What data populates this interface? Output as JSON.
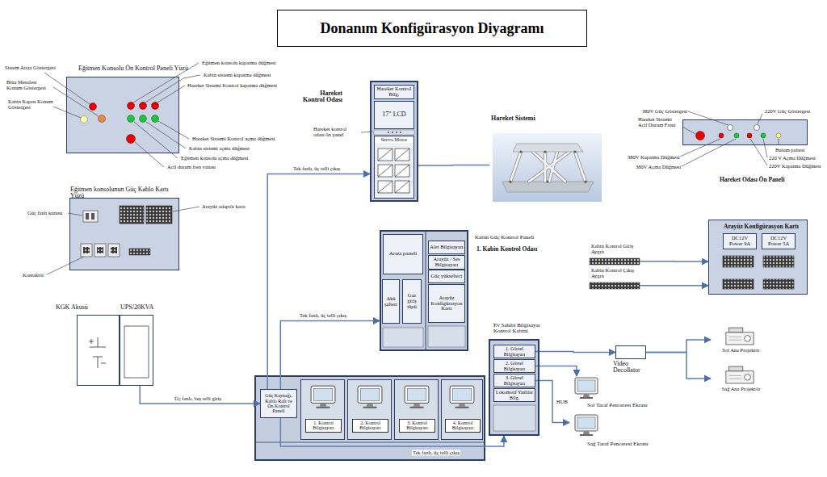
{
  "diagram": {
    "title": "Donanım Konfigürasyon Diyagramı",
    "nodes": [
      {
        "text": [
          "Eğitmen Konsolu Ön Kontrol Paneli Yüzü"
        ]
      },
      {
        "text": [
          "Hareket Kontrol Odası"
        ]
      },
      {
        "text": [
          "Hareket Kontrol Bilg."
        ],
        "in": 1
      },
      {
        "text": [
          "17\" LCD"
        ],
        "in": 1
      },
      {
        "text": [
          "Servo Motor"
        ],
        "in": 1
      },
      {
        "text": [
          "Hareket Sistemi"
        ]
      },
      {
        "text": [
          "Hareket Odası Ön Paneli"
        ]
      },
      {
        "text": [
          "Eğitmen konsolunun Güç Kablo Kartı Yüzü"
        ]
      },
      {
        "text": [
          "Kabin Güç Kontrol Paneli",
          "1. Kabin Kontrol Odası"
        ]
      },
      {
        "text": [
          "Arıza paneli"
        ],
        "in": 8
      },
      {
        "text": [
          "Akü şalteri"
        ],
        "in": 8
      },
      {
        "text": [
          "Gaz giriş tüpü"
        ],
        "in": 8
      },
      {
        "text": [
          "Alet Bilgisayarı"
        ],
        "in": 8
      },
      {
        "text": [
          "Arayüz / Ses Bilgisayarı"
        ],
        "in": 8
      },
      {
        "text": [
          "Güç yükselteci"
        ],
        "in": 8
      },
      {
        "text": [
          "Arayüz Konfigürasyon Kartı"
        ],
        "in": 8
      },
      {
        "text": [
          "Arayüz Konfigürasyon Kartı"
        ]
      },
      {
        "text": [
          "DC12V Power 9A"
        ],
        "in": 16
      },
      {
        "text": [
          "DC12V Power 5A"
        ],
        "in": 16
      },
      {
        "text": [
          "Kabin Kontrol Giriş Aygıtı"
        ]
      },
      {
        "text": [
          "Kabin Kontrol Çıkış Aygıtı"
        ]
      },
      {
        "text": [
          "KGK Akusü"
        ]
      },
      {
        "text": [
          "UPS/20KVA"
        ]
      },
      {
        "text": [
          "Ev Sahibi Bilgisayar Kontrol Kabini"
        ]
      },
      {
        "text": [
          "1. Görsel Bilgisayarı"
        ],
        "in": 23
      },
      {
        "text": [
          "2. Görsel Bilgisayarı"
        ],
        "in": 23
      },
      {
        "text": [
          "3. Görsel Bilgisayarı"
        ],
        "in": 23
      },
      {
        "text": [
          "Lokomotif Yanlılar Bilg."
        ],
        "in": 23
      },
      {
        "text": [
          "Video Decollator"
        ]
      },
      {
        "text": [
          "Sol Ana Projektör"
        ]
      },
      {
        "text": [
          "Sağ Ana Projektör"
        ]
      },
      {
        "text": [
          "Sol Taraf Penceresi Ekranı"
        ]
      },
      {
        "text": [
          "Sağ Taraf Penceresi Ekranı"
        ]
      },
      {
        "text": [
          "Güç Kaynağı, Kablo Rafı ve Ön Kontrol Paneli"
        ]
      },
      {
        "text": [
          "1. Kontrol Bilgisayarı"
        ]
      },
      {
        "text": [
          "2. Kontrol Bilgisayarı"
        ]
      },
      {
        "text": [
          "3. Kontrol Bilgisayarı"
        ]
      },
      {
        "text": [
          "4. Kontrol Bilgisayarı"
        ]
      }
    ],
    "edges": [
      {
        "from": 1,
        "to": 5,
        "arrow": "none"
      },
      {
        "from": 19,
        "to": 16,
        "arrow": "to"
      },
      {
        "from": 20,
        "to": 16,
        "arrow": "to"
      },
      {
        "from": 22,
        "to": 33,
        "label": "Üç fanlı, beş telli giriş",
        "arrow": "to"
      },
      {
        "from": 33,
        "to": 1,
        "label": "Tek fanlı, üç telli çıkış",
        "arrow": "to"
      },
      {
        "from": 33,
        "to": 8,
        "label": "Tek fanlı, üç telli çıkış",
        "arrow": "to"
      },
      {
        "from": 33,
        "to": 23,
        "label": "Tek fanlı, üç telli çıkış",
        "arrow": "to"
      },
      {
        "from": 24,
        "to": 28,
        "arrow": "to"
      },
      {
        "from": 28,
        "to": 29,
        "arrow": "to"
      },
      {
        "from": 28,
        "to": 30,
        "arrow": "to"
      },
      {
        "from": 25,
        "to": 31,
        "arrow": "to"
      },
      {
        "from": 26,
        "to": 32,
        "arrow": "to"
      }
    ],
    "labels": [
      "Sistem Arıza Göstergesi",
      "Bina Mesafesi Konum Göstergesi",
      "Kabin Kapısı Konum Göstergesi",
      "Eğitmen konsolu kapatma düğmesi",
      "Kabin sistemi kapatma düğmesi",
      "Hareket Sistemi Kontrol kapatma düğmesi",
      "Hareket Sistemi Kontrol açma düğmesi",
      "Kabin sistemi açma düğmesi",
      "Eğitmen konsolu açma düğmesi",
      "Acil durum fren vanası",
      "Güç fanlı kutusu",
      "Arayüz adaptör kartı",
      "Kontaktör",
      "Hareket kontrol odası ön panel",
      "380V Güç Göstergesi",
      "220V Güç Göstergesi",
      "Hareket Sistemi Acil Durum Freni",
      "380V Kapatma Düğmesi",
      "380V Açma Düğmesi",
      "Bulum paltesi",
      "220 V Açma Düğmesi",
      "220V Kapatma Düğmesi",
      "HUB"
    ]
  }
}
